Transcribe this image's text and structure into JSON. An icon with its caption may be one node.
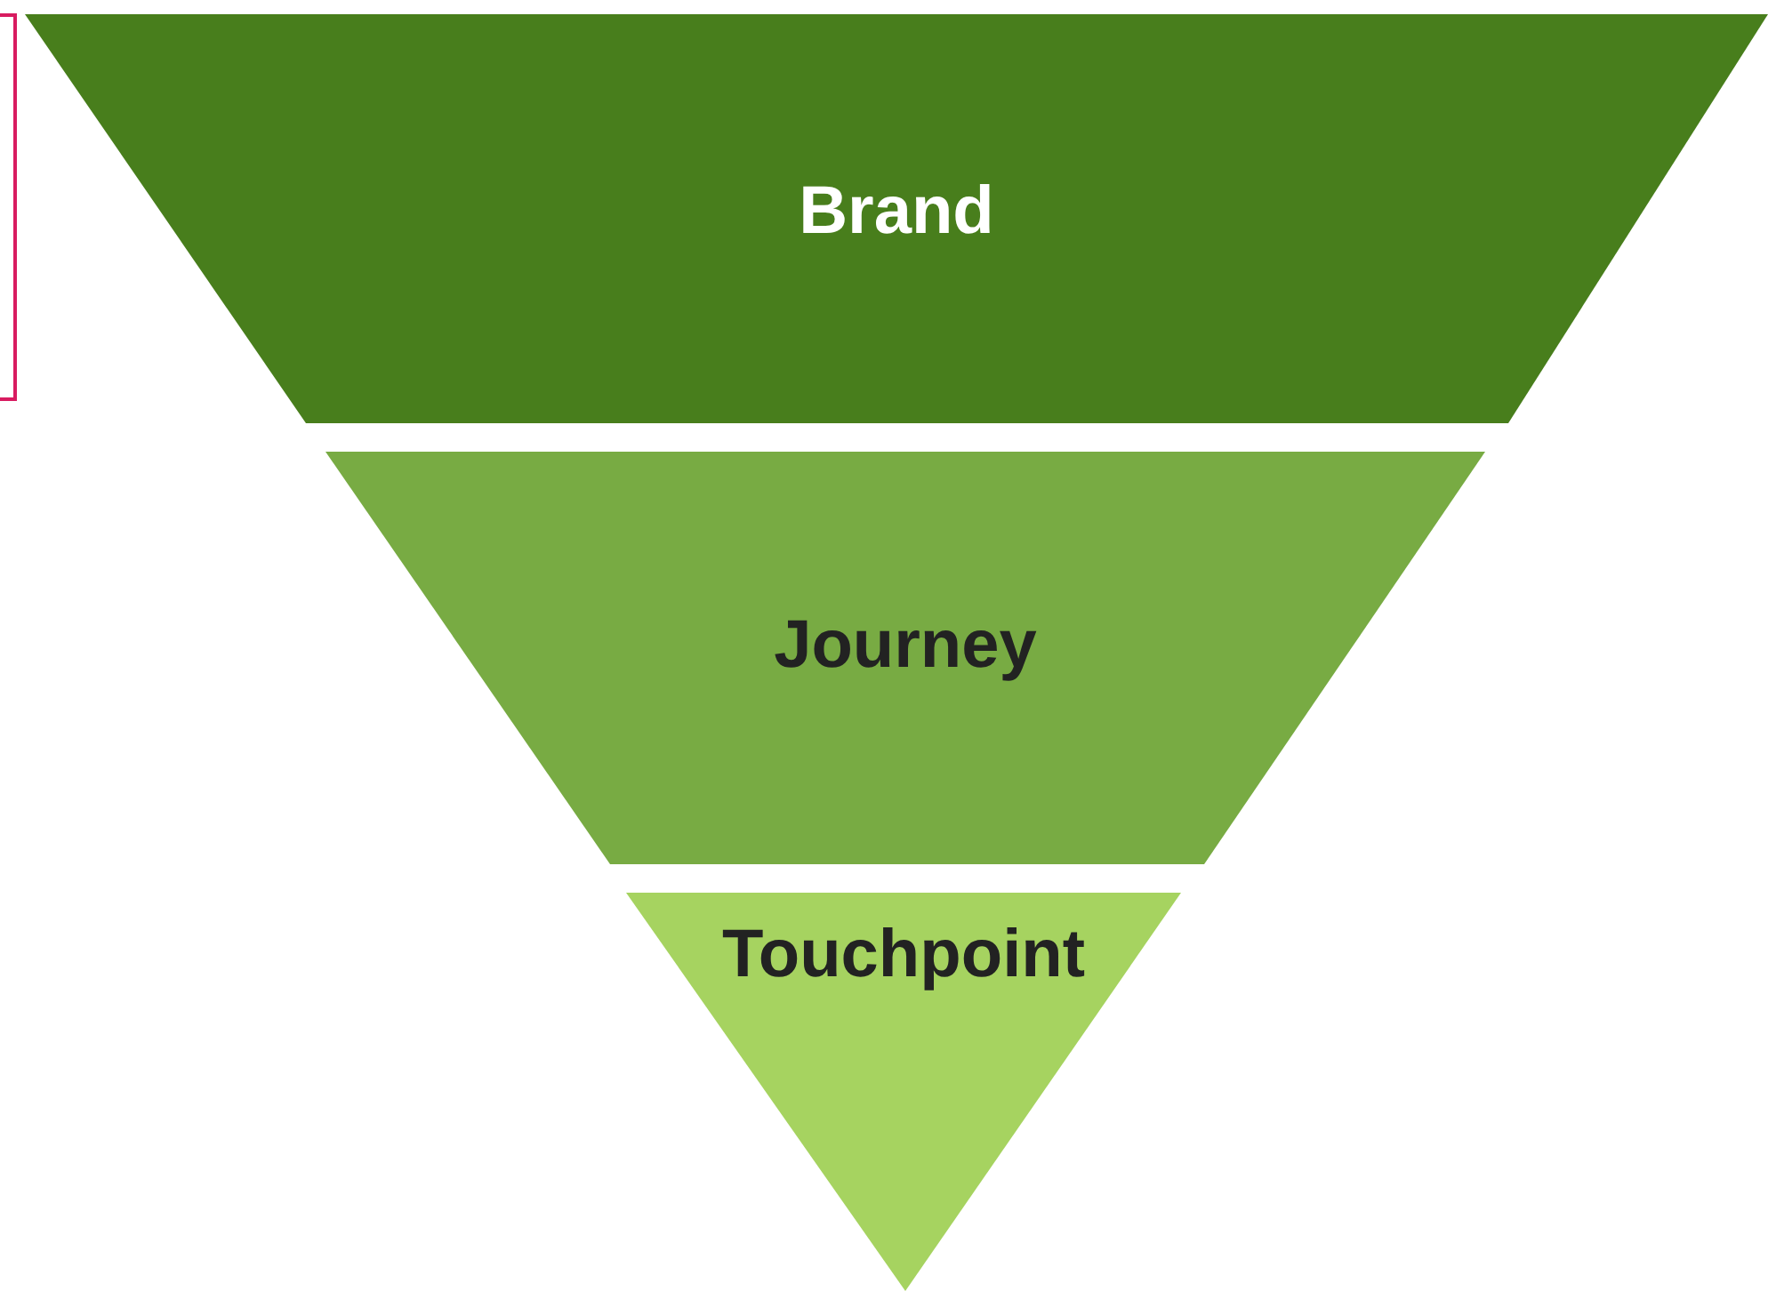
{
  "diagram": {
    "nodes": [
      {
        "text": [
          "Brand"
        ]
      },
      {
        "text": [
          "Journey"
        ]
      },
      {
        "text": [
          "Touchpoint"
        ]
      }
    ]
  }
}
